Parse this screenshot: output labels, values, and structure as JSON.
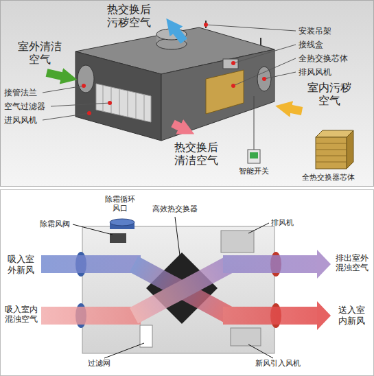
{
  "diagram": {
    "labels": [
      "热交换后 污秽空气",
      "室外清洁 空气",
      "安装吊架",
      "接线盒",
      "全热交换芯体",
      "排风风机",
      "接管法兰",
      "空气过滤器",
      "进风风机",
      "室内污秽 空气",
      "热交换后 清洁空气",
      "智能开关",
      "全热交换器芯体",
      "除霜循环 风口",
      "高效热交换器",
      "除霜风阀",
      "排风机",
      "吸入室 外新风",
      "排出室外 混浊空气",
      "吸入室内 混浊空气",
      "送入室 内新风",
      "过滤网",
      "新风引入风机"
    ]
  }
}
